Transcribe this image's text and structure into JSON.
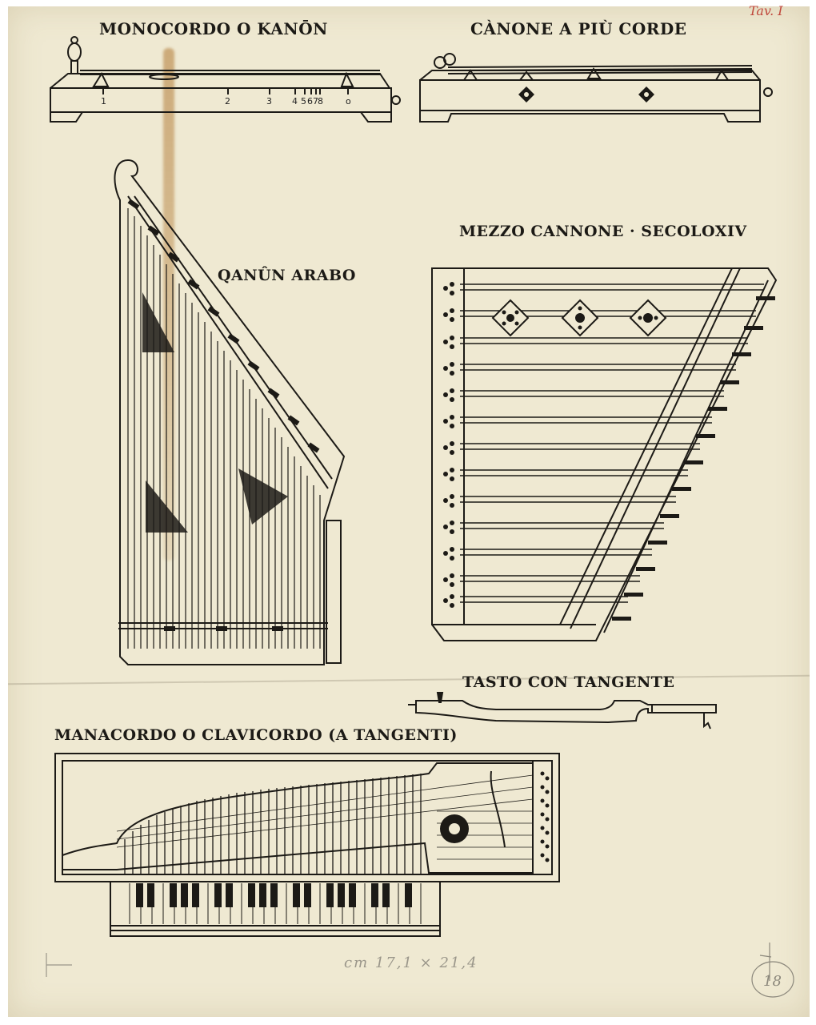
{
  "plate": {
    "plate_label": "Tav. I",
    "dimensions_note": "cm 17,1 × 21,4",
    "sheet_number": "18"
  },
  "instruments": {
    "monocordo": {
      "title": "MONOCORDO O KANŌN",
      "scale_marks": [
        "1",
        "2",
        "3",
        "4",
        "5",
        "6",
        "7",
        "8",
        "o"
      ]
    },
    "canone": {
      "title": "CÀNONE A PIÙ CORDE"
    },
    "qanun": {
      "title": "QANÛN ARABO"
    },
    "mezzo_cannone": {
      "title": "MEZZO CANNONE · SECOLOXIV"
    },
    "tasto": {
      "title": "TASTO CON TANGENTE"
    },
    "manacordo": {
      "title": "MANACORDO O CLAVICORDO (A TANGENTI)"
    }
  },
  "colors": {
    "paper": "#efe9d2",
    "ink": "#1c1a16",
    "red_pencil": "#c0483c",
    "graphite": "#9a968a",
    "stain": "#b07832"
  }
}
